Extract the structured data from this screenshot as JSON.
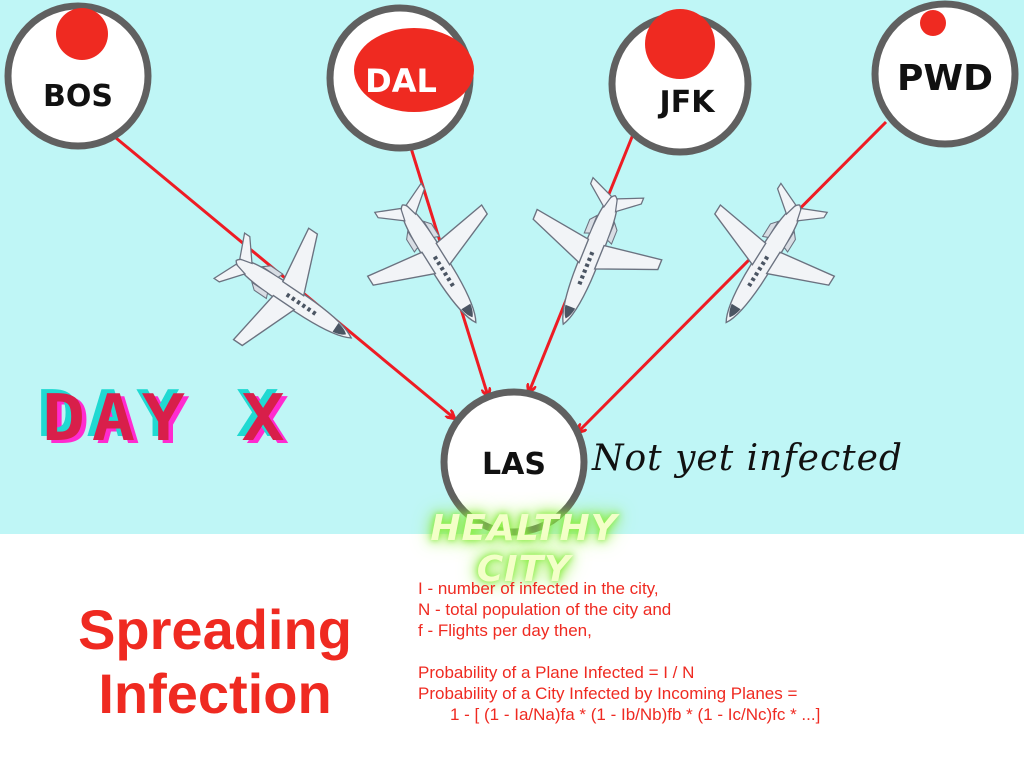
{
  "cities": [
    {
      "code": "BOS"
    },
    {
      "code": "DAL"
    },
    {
      "code": "JFK"
    },
    {
      "code": "PWD"
    },
    {
      "code": "LAS"
    }
  ],
  "day_label": "DAY X",
  "status_note": "Not yet infected",
  "healthy_label": "HEALTHY CITY",
  "title": {
    "line1": "Spreading",
    "line2": "Infection"
  },
  "definitions": [
    "I - number of infected in the city,",
    "N - total population of the city and",
    "f - Flights per day then,"
  ],
  "formulas": [
    "Probability of a Plane Infected = I / N",
    "Probability of a City Infected by Incoming Planes =",
    "1 - [ (1 - Ia/Na)fa * (1 - Ib/Nb)fb * (1 - Ic/Nc)fc * ...]"
  ],
  "colors": {
    "sky": "#bff6f6",
    "infection_red": "#ef2a21",
    "circle_ring": "#606060",
    "arrow": "#ee1c24"
  }
}
